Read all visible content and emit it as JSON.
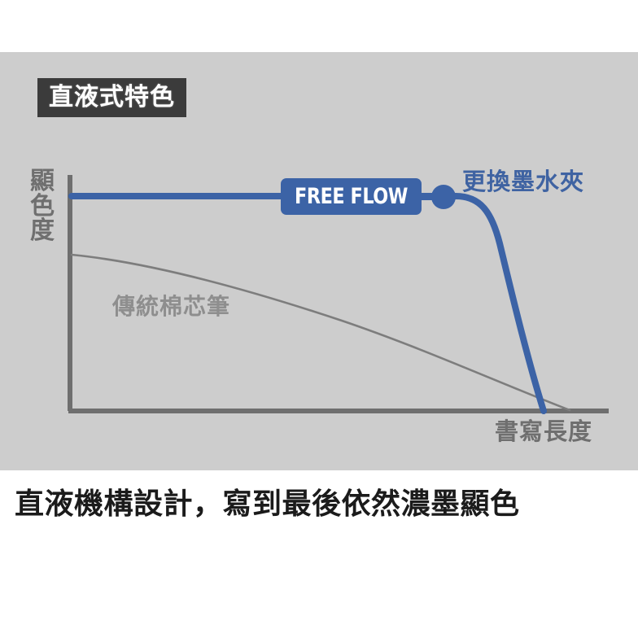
{
  "panel": {
    "background_color": "#cdcdcd",
    "title_badge": {
      "label": "直液式特色",
      "background_color": "#3b3b3b",
      "text_color": "#ffffff"
    }
  },
  "chart_data": {
    "type": "line",
    "title": "直液式特色",
    "xlabel": "書寫長度",
    "ylabel": "顯色度",
    "xlim": [
      0,
      100
    ],
    "ylim": [
      0,
      100
    ],
    "grid": false,
    "legend_position": "inline-annotation",
    "series": [
      {
        "name": "FREE FLOW",
        "color": "#3c63a6",
        "label": "FREE FLOW",
        "annotation": "更換墨水夾",
        "marker_point": {
          "x": 69,
          "y": 92
        },
        "x": [
          0,
          10,
          20,
          30,
          40,
          50,
          60,
          69,
          74,
          78,
          82,
          86,
          90,
          93
        ],
        "y": [
          92,
          92,
          92,
          92,
          92,
          92,
          92,
          92,
          88,
          78,
          62,
          42,
          20,
          0
        ]
      },
      {
        "name": "傳統棉芯筆",
        "color": "#8e8e8e",
        "label": "傳統棉芯筆",
        "x": [
          0,
          10,
          20,
          30,
          40,
          50,
          60,
          70,
          80,
          90,
          93
        ],
        "y": [
          66,
          64,
          61,
          57,
          52,
          46,
          38,
          29,
          19,
          7,
          0
        ]
      }
    ],
    "axis_color": "#6f6f6f"
  },
  "labels": {
    "y_axis": "顯色度",
    "x_axis": "書寫長度",
    "free_flow": "FREE FLOW",
    "replace_ink": "更換墨水夾",
    "traditional_pen": "傳統棉芯筆"
  },
  "colors": {
    "brand_blue": "#3c63a6",
    "panel_gray": "#cdcdcd",
    "axis_gray": "#6f6f6f",
    "traditional_gray": "#8e8e8e",
    "badge_dark": "#3b3b3b"
  },
  "caption": {
    "text": "直液機構設計，寫到最後依然濃墨顯色"
  }
}
